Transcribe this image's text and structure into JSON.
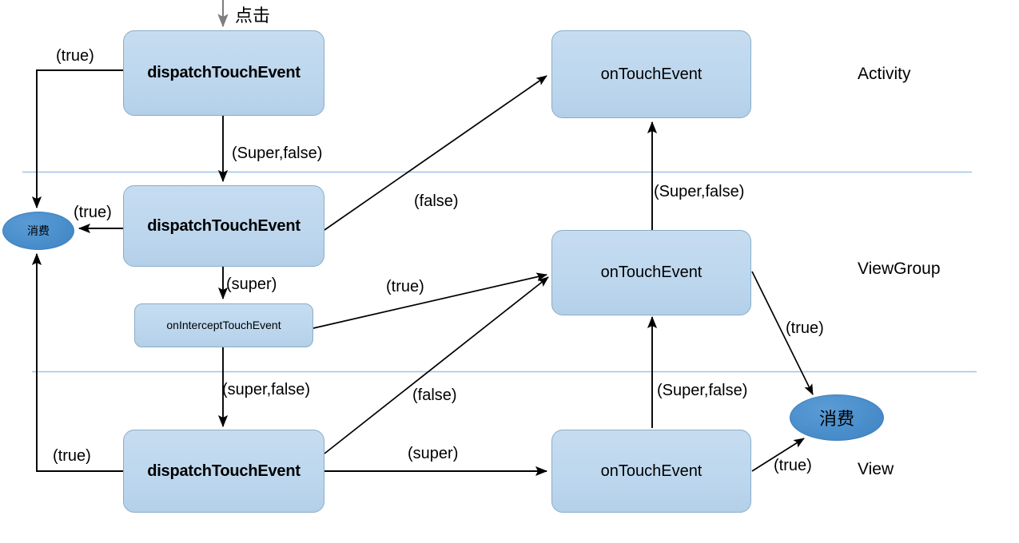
{
  "diagram": {
    "title_text": "",
    "colors": {
      "node_fill": "#bdd7ee",
      "node_stroke": "#8aadc8",
      "ellipse_fill": "#4a8fcc",
      "divider": "#9dc3e6",
      "arrow": "#000000",
      "entry_arrow": "#808080",
      "background": "#ffffff"
    }
  },
  "lanes": [
    {
      "id": "activity",
      "label": "Activity"
    },
    {
      "id": "viewgroup",
      "label": "ViewGroup"
    },
    {
      "id": "view",
      "label": "View"
    }
  ],
  "nodes": {
    "activity_dispatch": "dispatchTouchEvent",
    "activity_ontouch": "onTouchEvent",
    "viewgroup_dispatch": "dispatchTouchEvent",
    "viewgroup_intercept": "onInterceptTouchEvent",
    "viewgroup_ontouch": "onTouchEvent",
    "view_dispatch": "dispatchTouchEvent",
    "view_ontouch": "onTouchEvent",
    "consume_left": "消费",
    "consume_right": "消费"
  },
  "edges": {
    "entry_click": "点击",
    "activity_dispatch_to_consume": "(true)",
    "activity_dispatch_to_vg_dispatch": "(Super,false)",
    "vg_dispatch_to_consume": "(true)",
    "vg_dispatch_to_activity_ontouch": "(false)",
    "vg_dispatch_to_intercept": "(super)",
    "intercept_to_vg_ontouch": "(true)",
    "intercept_to_view_dispatch": "(super,false)",
    "view_dispatch_to_consume": "(true)",
    "view_dispatch_to_vg_ontouch": "(false)",
    "view_dispatch_to_view_ontouch": "(super)",
    "view_ontouch_to_vg_ontouch": "(Super,false)",
    "vg_ontouch_to_activity_ontouch": "(Super,false)",
    "vg_ontouch_to_consume": "(true)",
    "view_ontouch_to_consume": "(true)"
  }
}
